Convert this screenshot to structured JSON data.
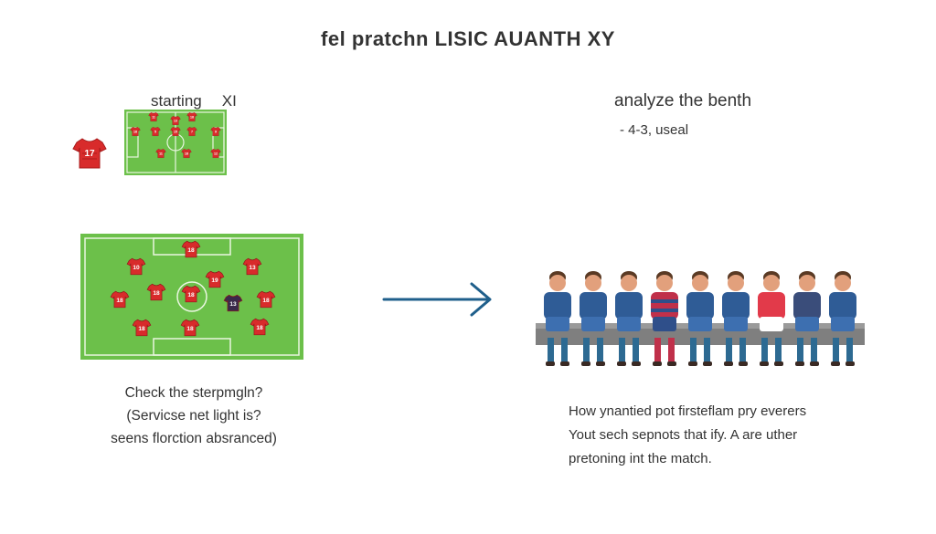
{
  "title": "fel pratchn LISIC AUANTH XY",
  "starting": {
    "label_word": "starting",
    "label_xi": "XI"
  },
  "shirt_number": "17",
  "small_pitch": {
    "numbers": [
      "11",
      "18",
      "13",
      "5",
      "15",
      "7",
      "18",
      "9",
      "11",
      "18",
      "12"
    ]
  },
  "big_pitch": {
    "numbers": [
      "18",
      "10",
      "13",
      "19",
      "18",
      "18",
      "18",
      "13",
      "18",
      "18",
      "18",
      "18"
    ]
  },
  "bench": {
    "title": "analyze the benth",
    "subtitle": "- 4-3, useal"
  },
  "captions": {
    "left": [
      "Check the sterpmgln?",
      "(Servicse net light is?",
      "seens florction absranced)"
    ],
    "right": [
      "How ynantied pot firsteflam pry everers",
      "Yout sech sepnots that ify. A are uther",
      "pretoning int the match."
    ]
  },
  "colors": {
    "pitch": "#6cc04a",
    "shirt": "#d82b2b",
    "shirt_dark": "#3a2a4a",
    "arrow": "#1f5f8b",
    "bench_kit": "#2f5c96"
  }
}
